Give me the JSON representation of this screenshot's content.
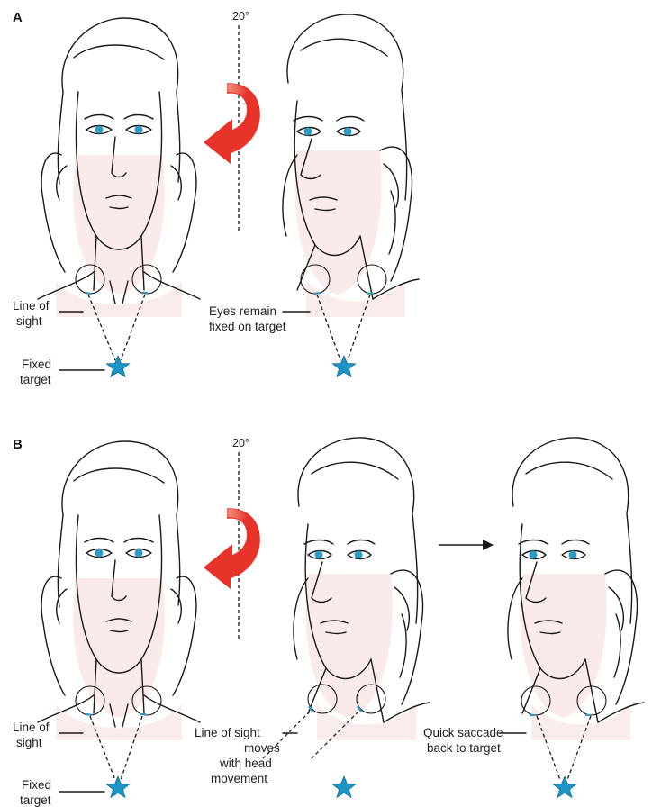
{
  "panels": {
    "a": {
      "label": "A",
      "angle": "20°",
      "left_labels": {
        "line_of_sight": [
          "Line of",
          "sight"
        ],
        "fixed_target": [
          "Fixed",
          "target"
        ]
      },
      "middle_label": [
        "Eyes remain",
        "fixed on target"
      ]
    },
    "b": {
      "label": "B",
      "angle": "20°",
      "left_labels": {
        "line_of_sight": [
          "Line of",
          "sight"
        ],
        "fixed_target": [
          "Fixed",
          "target"
        ]
      },
      "middle_label": [
        "Line of sight",
        "moves",
        "with head",
        "movement"
      ],
      "right_label": [
        "Quick saccade",
        "back to target"
      ]
    }
  },
  "colors": {
    "arrow": "#e8332a",
    "star": "#1e94c4",
    "iris": "#2e9bc4",
    "skin": "#fbeaea"
  }
}
